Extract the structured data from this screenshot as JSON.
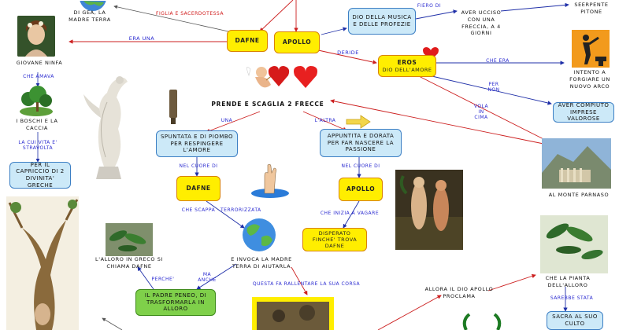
{
  "colors": {
    "yellow_fill": "#ffee00",
    "yellow_border": "#d98200",
    "blue_fill": "#cce9f8",
    "blue_border": "#3c7fc4",
    "green_fill": "#7fd04a",
    "link_red": "#cc1f1f",
    "link_blue": "#2a2ad0"
  },
  "nodes": {
    "dafne_top": "DAFNE",
    "apollo_top": "APOLLO",
    "dio_musica": "DIO DELLA MUSICA E DELLE PROFEZIE",
    "eros": "EROS",
    "eros_sub": "DIO DELL'AMORE",
    "aver_ucciso": "AVER UCCISO CON UNA FRECCIA, A 4 GIORNI",
    "serpente": "SEERPENTE PITONE",
    "intento": "INTENTO A FORGIARE UN NUOVO ARCO",
    "aver_compiuto": "AVER COMPIUTO IMPRESE VALOROSE",
    "prende": "PRENDE E SCAGLIA 2 FRECCE",
    "spuntata": "SPUNTATA E DI PIOMBO PER RESPINGERE L'AMORE",
    "appuntita": "APPUNTITA E DORATA PER FAR NASCERE LA PASSIONE",
    "dafne_mid": "DAFNE",
    "apollo_mid": "APOLLO",
    "disperato": "DISPERATO FINCHE' TROVA DAFNE",
    "invoca": "E INVOCA LA MADRE TERRA DI AIUTARLA",
    "padre": "IL PADRE PENEO, DI TRASFORMARLA IN ALLORO",
    "alloro_greco": "L'ALLORO IN GRECO SI CHIAMA DAFNE",
    "allora_dio": "ALLORA IL DIO APOLLO PROCLAMA",
    "pianta": "CHE LA PIANTA DELL'ALLORO",
    "sacra": "SACRA AL SUO CULTO",
    "giovane": "GIOVANE NINFA",
    "boschi": "I BOSCHI E LA CACCIA",
    "capriccio": "PER IL CAPRICCIO DI 2 DIVINITA' GRECHE",
    "gea": "DI GEA, LA MADRE TERRA",
    "monte": "AL MONTE PARNASO"
  },
  "labels": {
    "figlia": "FIGLIA E SACERDOTESSA",
    "era_una": "ERA UNA",
    "deride": "DERIDE",
    "fiero_di": "FIERO DI",
    "che_era": "CHE ERA",
    "per_non": "PER NON",
    "vola_in_cima": "VOLA IN CIMA",
    "che_amava": "CHE AMAVA",
    "la_cui_vita": "LA CUI VITA E' STRAVOLTA",
    "una": "UNA",
    "laltra": "L'ALTRA",
    "nel_cuore_1": "NEL CUORE DI",
    "nel_cuore_2": "NEL CUORE DI",
    "che_scappa": "CHE SCAPPA",
    "terrorizzata": "TERRORIZZATA",
    "che_inizia": "CHE INIZIA A VAGARE",
    "perche": "PERCHE'",
    "ma_anche": "MA ANCHE",
    "questa_fa": "QUESTA FA RALLENTARE LA SUA CORSA",
    "sarebbe": "SAREBBE STATA"
  }
}
